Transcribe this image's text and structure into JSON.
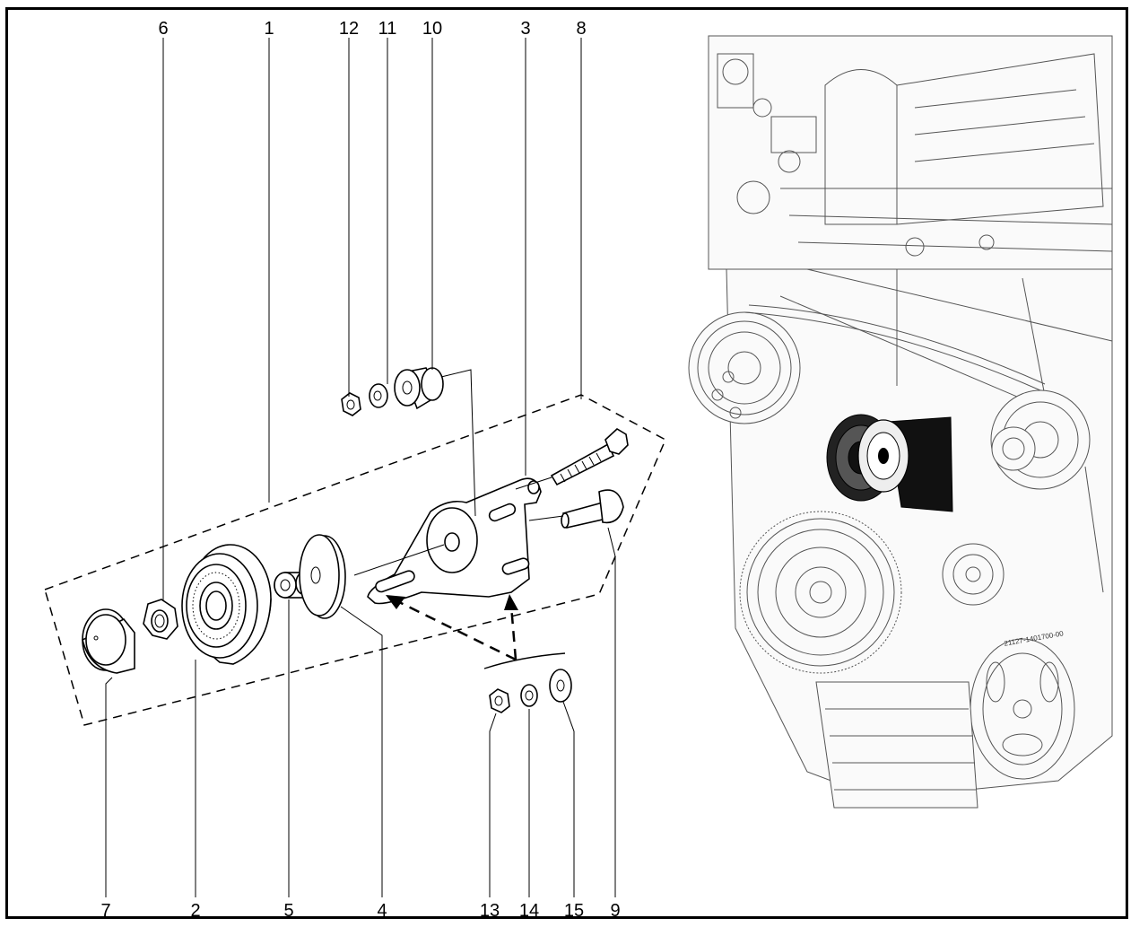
{
  "callouts": {
    "c1": "1",
    "c2": "2",
    "c3": "3",
    "c4": "4",
    "c5": "5",
    "c6": "6",
    "c7": "7",
    "c8": "8",
    "c9": "9",
    "c10": "10",
    "c11": "11",
    "c12": "12",
    "c13": "13",
    "c14": "14",
    "c15": "15"
  },
  "engine_plate": "21127-1401700-00"
}
